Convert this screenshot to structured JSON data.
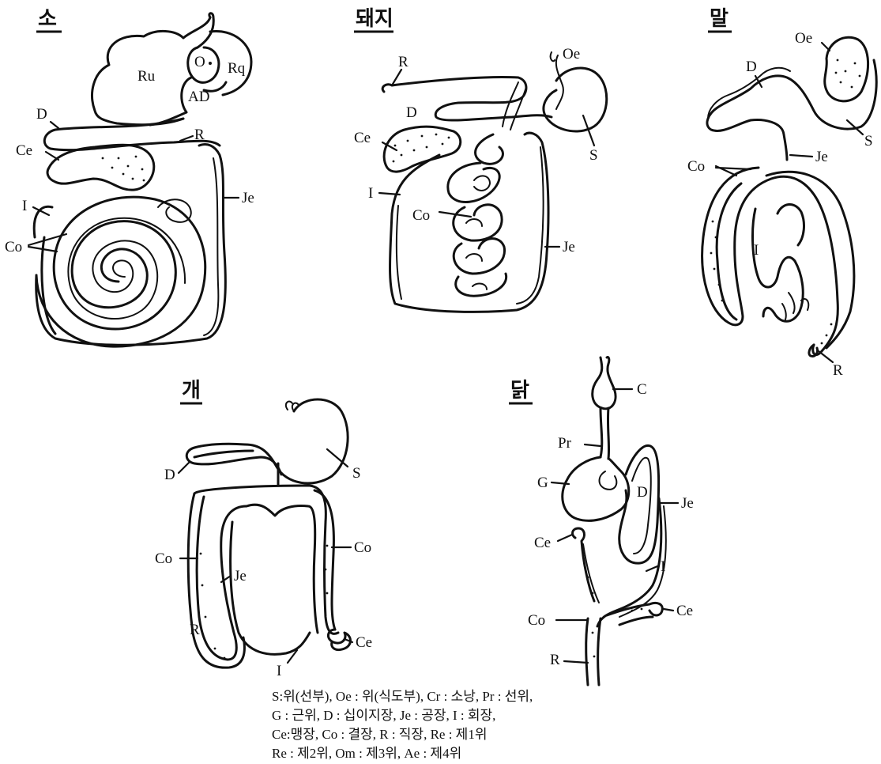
{
  "panels": {
    "cow": {
      "title": "소",
      "labels": {
        "ru": "Ru",
        "o": "O",
        "rq": "Rq",
        "ad": "AD",
        "d": "D",
        "r": "R",
        "ce": "Ce",
        "je": "Je",
        "i": "I",
        "co": "Co"
      }
    },
    "pig": {
      "title": "돼지",
      "labels": {
        "r": "R",
        "oe": "Oe",
        "d": "D",
        "ce": "Ce",
        "s": "S",
        "i": "I",
        "co": "Co",
        "je": "Je"
      }
    },
    "horse": {
      "title": "말",
      "labels": {
        "oe": "Oe",
        "d": "D",
        "s": "S",
        "je": "Je",
        "co": "Co",
        "i": "I",
        "r": "R"
      }
    },
    "dog": {
      "title": "개",
      "labels": {
        "d": "D",
        "s": "S",
        "co_left": "Co",
        "co_right": "Co",
        "je": "Je",
        "r": "R",
        "ce": "Ce",
        "i": "I"
      }
    },
    "chicken": {
      "title": "닭",
      "labels": {
        "c": "C",
        "pr": "Pr",
        "g": "G",
        "d": "D",
        "je": "Je",
        "ce_top": "Ce",
        "i": "I",
        "ce_bottom": "Ce",
        "co": "Co",
        "r": "R"
      }
    }
  },
  "legend": [
    "S:위(선부), Oe : 위(식도부), Cr : 소낭, Pr : 선위,",
    "G : 근위, D : 십이지장, Je : 공장, I : 회장,",
    "Ce:맹장, Co : 결장, R : 직장, Re : 제1위",
    "Re : 제2위, Om : 제3위, Ae : 제4위"
  ]
}
